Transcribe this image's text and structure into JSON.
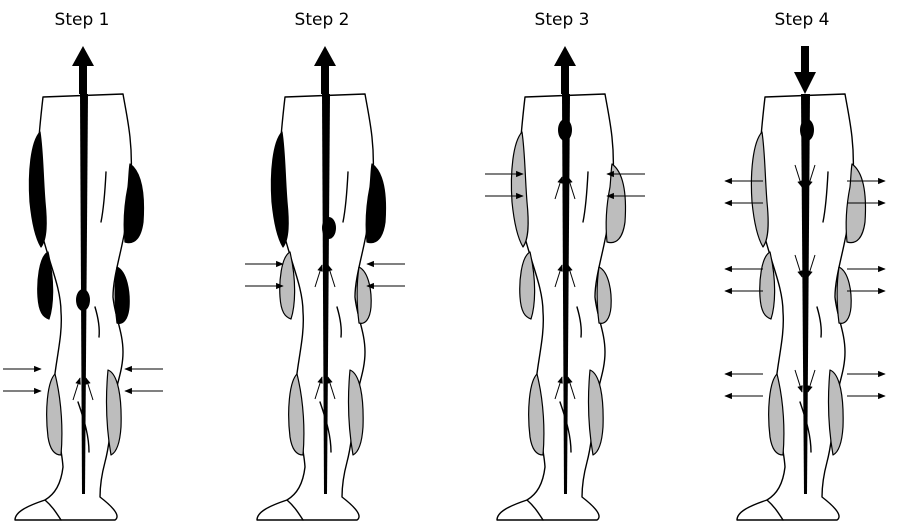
{
  "steps": [
    {
      "label": "Step 1"
    },
    {
      "label": "Step 2"
    },
    {
      "label": "Step 3"
    },
    {
      "label": "Step 4"
    }
  ],
  "colors": {
    "active_cuff": "#000000",
    "pressurized_cuff": "#bdbdbd",
    "outline": "#000000",
    "background": "#ffffff"
  },
  "icons": {
    "flow_up": "arrow-up-icon",
    "flow_down": "arrow-down-icon",
    "pressure_in": "arrow-in-icon",
    "pressure_out": "arrow-out-icon"
  }
}
